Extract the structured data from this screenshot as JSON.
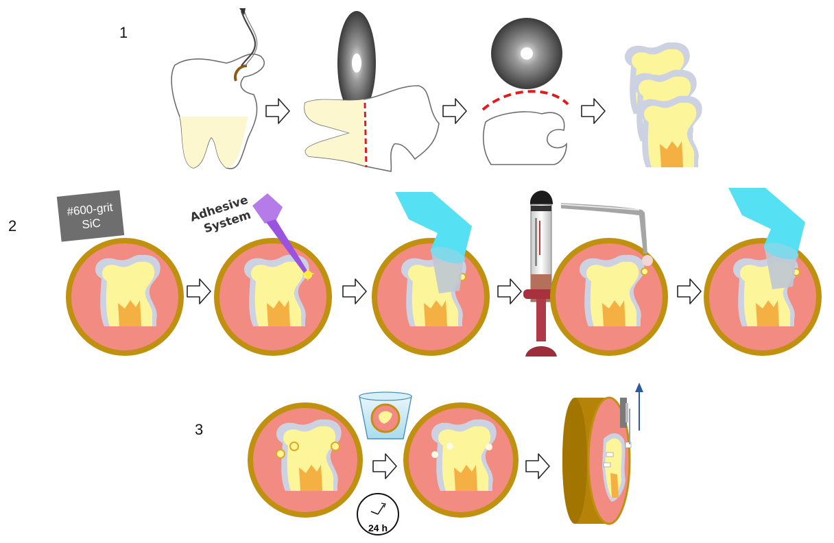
{
  "rows": [
    {
      "label": "1"
    },
    {
      "label": "2"
    },
    {
      "label": "3"
    }
  ],
  "sandpaper": {
    "line1": "#600-grit",
    "line2": "SiC"
  },
  "adhesive": {
    "line1": "Adhesive",
    "line2": "System"
  },
  "timer": {
    "label": "24 h"
  },
  "colors": {
    "mold_ring": "#c0900f",
    "resin": "#f28b82",
    "dentin": "#fdf59a",
    "pulp": "#f4b042",
    "enamel": "#ccd2e2",
    "light_tip": "#55e1f3",
    "bond_mark": "#e0a81e",
    "cut_line": "#e11b1b"
  }
}
